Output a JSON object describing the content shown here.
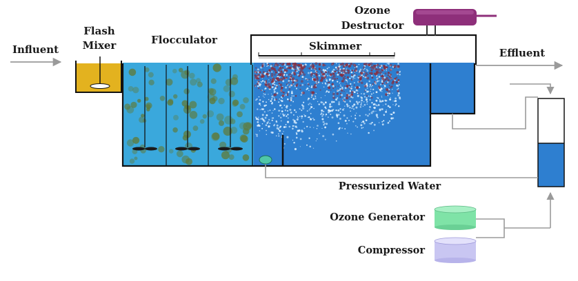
{
  "labels": {
    "influent": "Influent",
    "flash_mixer_line1": "Flash",
    "flash_mixer_line2": "Mixer",
    "flocculator": "Flocculator",
    "skimmer": "Skimmer",
    "ozone_destructor_line1": "Ozone",
    "ozone_destructor_line2": "Destructor",
    "effluent": "Effluent",
    "pressurized_water": "Pressurized Water",
    "ozone_generator": "Ozone Generator",
    "compressor": "Compressor"
  },
  "colors": {
    "water": "#3aa8dc",
    "water_dark": "#2e7fd0",
    "flash_mixer_fill": "#e3b21f",
    "ozone_destructor": "#8e2f7a",
    "ozone_generator": "#7fe3a7",
    "compressor": "#c9c6f2",
    "sludge": "#8a2d3c",
    "floc": "#5f7a3a",
    "pipe": "#9a9a9a",
    "tank_outline": "#111111"
  },
  "icons": {
    "influent_arrow": "arrow-right-icon",
    "effluent_arrow": "arrow-right-icon",
    "pressurized_return_arrow": "arrow-down-icon",
    "gas_feed_arrow": "arrow-up-icon",
    "mixer_impeller": "impeller-icon"
  }
}
